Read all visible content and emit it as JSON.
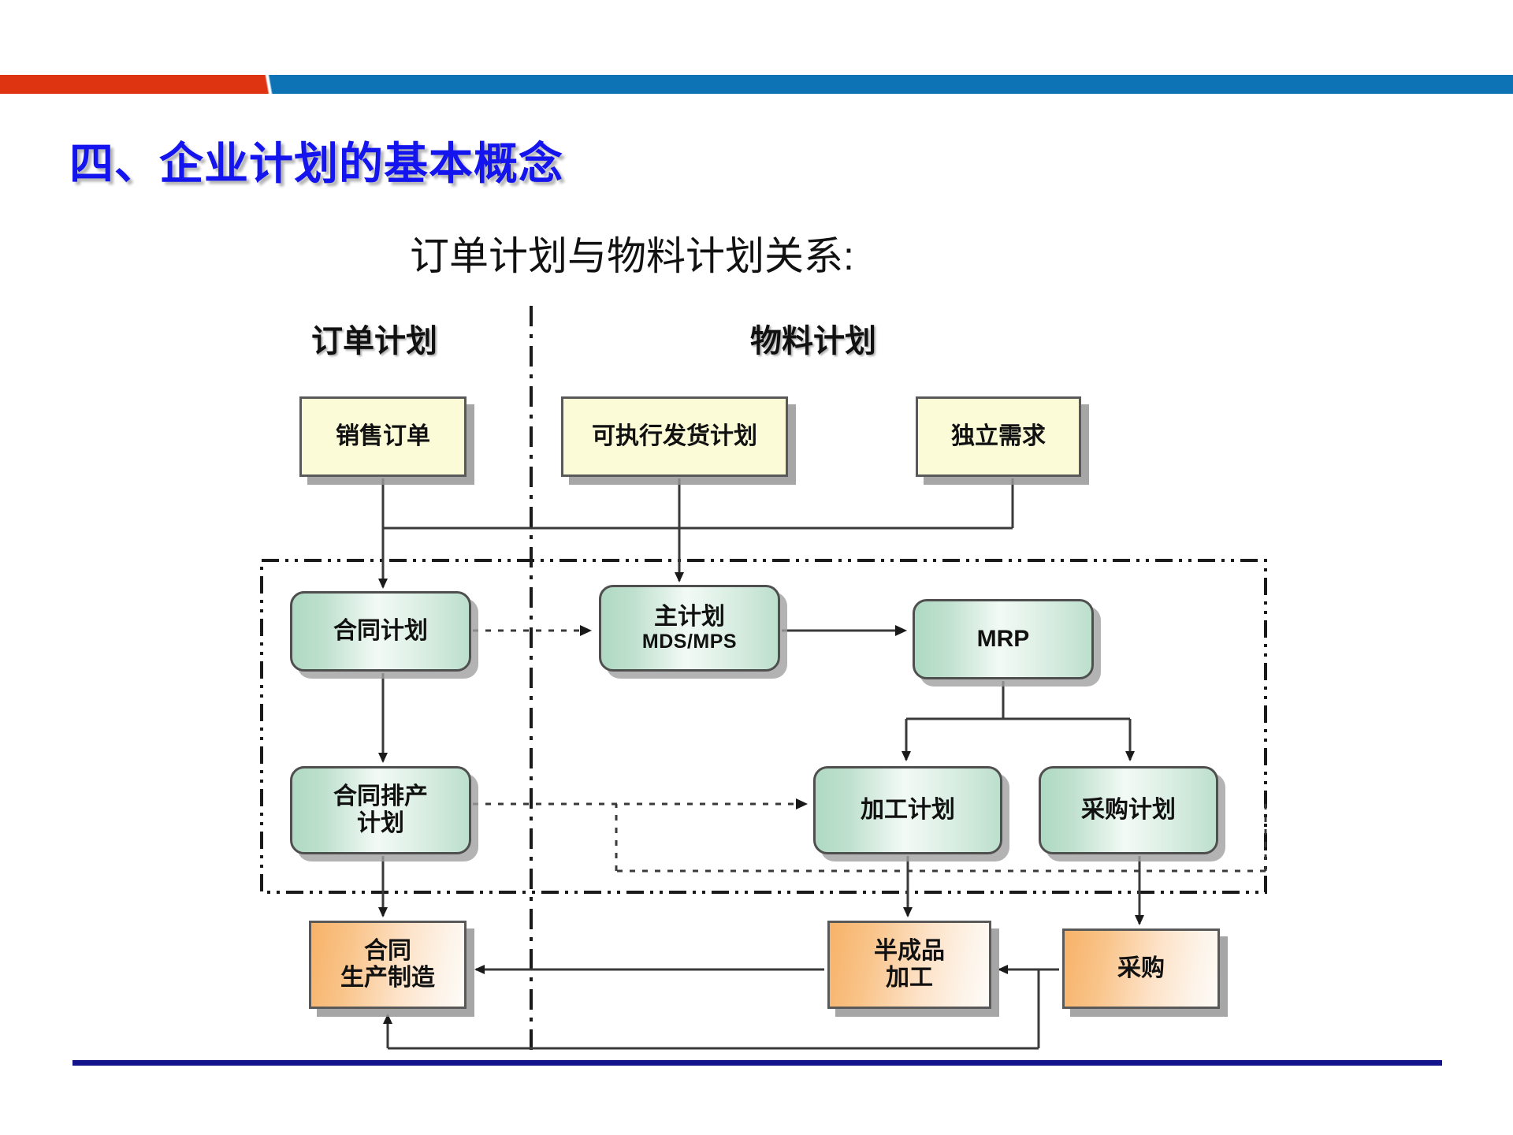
{
  "slide": {
    "title": "四、企业计划的基本概念",
    "subtitle": "订单计划与物料计划关系:",
    "title_color": "#1414EE",
    "footer_rule_color": "#13148B"
  },
  "top_bar": {
    "red_color": "#DF3412",
    "blue_color": "#0D73B4"
  },
  "diagram": {
    "column_headers": {
      "order": "订单计划",
      "material": "物料计划"
    },
    "nodes": {
      "sales_order": "销售订单",
      "shipping_plan": "可执行发货计划",
      "independent_demand": "独立需求",
      "contract_plan": "合同计划",
      "master_plan_line1": "主计划",
      "master_plan_line2": "MDS/MPS",
      "mrp": "MRP",
      "contract_sched_line1": "合同排产",
      "contract_sched_line2": "计划",
      "process_plan": "加工计划",
      "purchase_plan": "采购计划",
      "contract_mfg_line1": "合同",
      "contract_mfg_line2": "生产制造",
      "semi_finished_line1": "半成品",
      "semi_finished_line2": "加工",
      "purchase": "采购"
    },
    "colors": {
      "yellow_box_fill": "#FCFBD8",
      "green_box_fill": "#BFE0CE",
      "orange_box_fill": "#F7B268",
      "box_border": "#595959",
      "shadow": "#969696",
      "connector": "#333333"
    }
  }
}
